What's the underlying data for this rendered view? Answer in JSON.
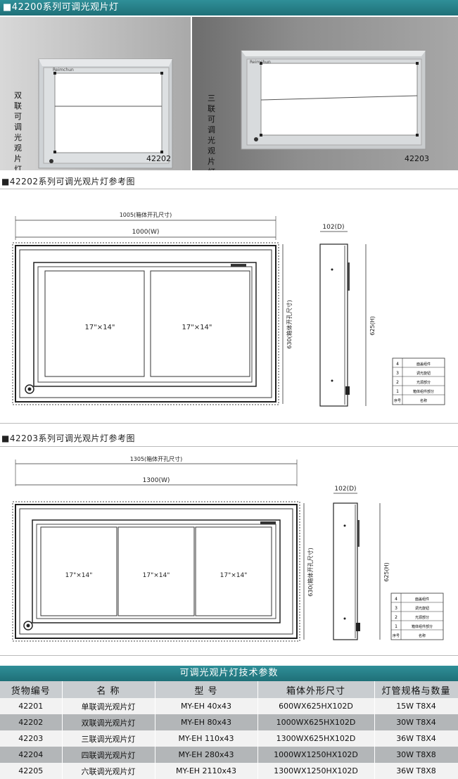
{
  "header": {
    "title": "■42200系列可调光观片灯"
  },
  "photos": {
    "left": {
      "label": "双联可调光观片灯",
      "code": "42202",
      "brand": "Reimchun"
    },
    "right": {
      "label": "三联可调光观片灯",
      "code": "42203",
      "brand": "Reimchun"
    }
  },
  "drawing1": {
    "title": "■42202系列可调光观片灯参考图",
    "dim_outer": "1005(箱体开孔尺寸)",
    "dim_inner": "1000(W)",
    "dim_depth": "102(D)",
    "dim_hole_h": "630(箱体开孔尺寸)",
    "dim_h": "625(H)",
    "film": "17\"×14\"",
    "legend": [
      {
        "no": "4",
        "name": "面盖组件"
      },
      {
        "no": "3",
        "name": "调光旋钮"
      },
      {
        "no": "2",
        "name": "光源部分"
      },
      {
        "no": "1",
        "name": "箱体组件部分"
      },
      {
        "no": "序号",
        "name": "名称"
      }
    ]
  },
  "drawing2": {
    "title": "■42203系列可调光观片灯参考图",
    "dim_outer": "1305(箱体开孔尺寸)",
    "dim_inner": "1300(W)",
    "dim_depth": "102(D)",
    "dim_hole_h": "630(箱体开孔尺寸)",
    "dim_h": "625(H)",
    "film": "17\"×14\"",
    "legend": [
      {
        "no": "4",
        "name": "面盖组件"
      },
      {
        "no": "3",
        "name": "调光旋钮"
      },
      {
        "no": "2",
        "name": "光源部分"
      },
      {
        "no": "1",
        "name": "箱体组件部分"
      },
      {
        "no": "序号",
        "name": "名称"
      }
    ]
  },
  "spec": {
    "title": "可调光观片灯技术参数",
    "headers": [
      "货物编号",
      "名  称",
      "型  号",
      "箱体外形尺寸",
      "灯管规格与数量"
    ],
    "rows": [
      [
        "42201",
        "单联调光观片灯",
        "MY-EH 40x43",
        "600WX625HX102D",
        "15W  T8X4"
      ],
      [
        "42202",
        "双联调光观片灯",
        "MY-EH 80x43",
        "1000WX625HX102D",
        "30W  T8X4"
      ],
      [
        "42203",
        "三联调光观片灯",
        "MY-EH 110x43",
        "1300WX625HX102D",
        "36W  T8X4"
      ],
      [
        "42204",
        "四联调光观片灯",
        "MY-EH 280x43",
        "1000WX1250HX102D",
        "30W  T8X8"
      ],
      [
        "42205",
        "六联调光观片灯",
        "MY-EH 2110x43",
        "1300WX1250HX102D",
        "36W  T8X8"
      ]
    ]
  }
}
